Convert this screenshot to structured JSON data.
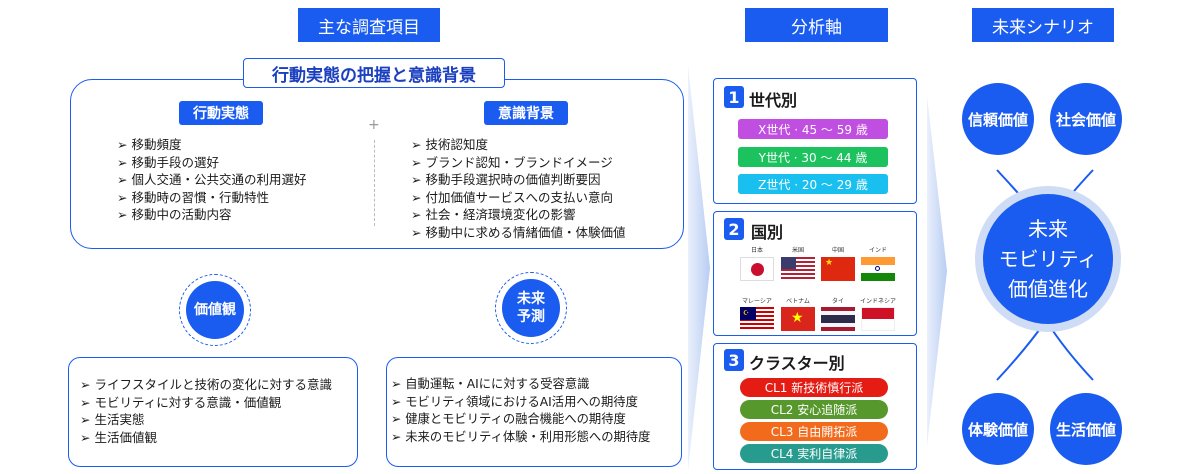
{
  "headers": {
    "survey": "主な調査項目",
    "axis": "分析軸",
    "scenario": "未来シナリオ"
  },
  "behavior": {
    "title": "行動実態の把握と意識背景",
    "left_label": "行動実態",
    "right_label": "意識背景",
    "plus": "+",
    "left_items": [
      "移動頻度",
      "移動手段の選好",
      "個人交通・公共交通の利用選好",
      "移動時の習慣・行動特性",
      "移動中の活動内容"
    ],
    "right_items": [
      "技術認知度",
      "ブランド認知・ブランドイメージ",
      "移動手段選択時の価値判断要因",
      "付加価値サービスへの支払い意向",
      "社会・経済環境変化の影響",
      "移動中に求める情緒価値・体験価値"
    ]
  },
  "values": {
    "label": "価値観",
    "items": [
      "ライフスタイルと技術の変化に対する意識",
      "モビリティに対する意識・価値観",
      "生活実態",
      "生活価値観"
    ]
  },
  "forecast": {
    "label_line1": "未来",
    "label_line2": "予測",
    "items": [
      "自動運転・AIにに対する受容意識",
      "モビリティ領域におけるAI活用への期待度",
      "健康とモビリティの融合機能への期待度",
      "未来のモビリティ体験・利用形態への期待度"
    ]
  },
  "axis1": {
    "num": "1",
    "title": "世代別",
    "generations": [
      {
        "label": "X世代 · 45 〜 59 歳",
        "color": "#c04ee0"
      },
      {
        "label": "Y世代 · 30 〜 44 歳",
        "color": "#1bc25e"
      },
      {
        "label": "Z世代 · 20 〜 29 歳",
        "color": "#19c0ef"
      }
    ]
  },
  "axis2": {
    "num": "2",
    "title": "国別",
    "countries": [
      "日本",
      "米国",
      "中国",
      "インド",
      "マレーシア",
      "ベトナム",
      "タイ",
      "インドネシア"
    ]
  },
  "axis3": {
    "num": "3",
    "title": "クラスター別",
    "clusters": [
      {
        "label": "CL1 新技術慎行派",
        "color": "#e41c14"
      },
      {
        "label": "CL2 安心追随派",
        "color": "#56982c"
      },
      {
        "label": "CL3 自由開拓派",
        "color": "#f26b1d"
      },
      {
        "label": "CL4 実利自律派",
        "color": "#279c8e"
      }
    ]
  },
  "scenario": {
    "center_line1": "未来",
    "center_line2": "モビリティ",
    "center_line3": "価値進化",
    "trust": "信頼価値",
    "social": "社会価値",
    "experience": "体験価値",
    "life": "生活価値"
  }
}
